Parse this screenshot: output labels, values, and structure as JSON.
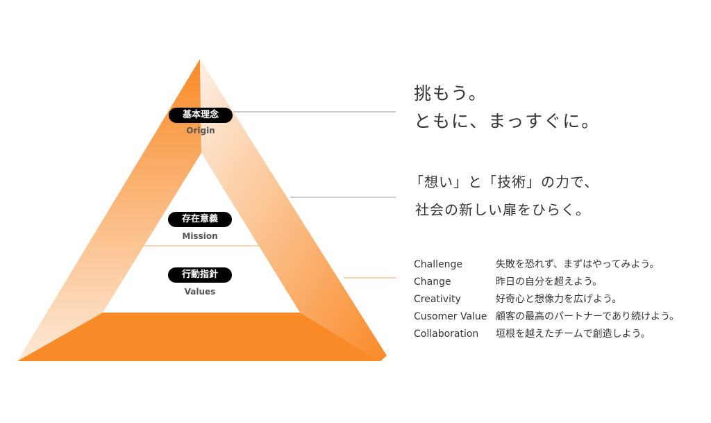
{
  "diagram": {
    "levels": [
      {
        "label": "基本理念",
        "sub": "Origin"
      },
      {
        "label": "存在意義",
        "sub": "Mission"
      },
      {
        "label": "行動指針",
        "sub": "Values"
      }
    ],
    "colors": {
      "orange": "#f98a28",
      "pale": "#fde7d3"
    }
  },
  "origin": {
    "line1": "挑もう。",
    "line2": "ともに、まっすぐに。"
  },
  "mission": {
    "line1": "「想い」と「技術」の力で、",
    "line2": "社会の新しい扉をひらく。"
  },
  "values": [
    {
      "en": "Challenge",
      "ja": "失敗を恐れず、まずはやってみよう。"
    },
    {
      "en": "Change",
      "ja": "昨日の自分を超えよう。"
    },
    {
      "en": "Creativity",
      "ja": "好奇心と想像力を広げよう。"
    },
    {
      "en": "Cusomer Value",
      "ja": "顧客の最高のパートナーであり続けよう。"
    },
    {
      "en": "Collaboration",
      "ja": "垣根を越えたチームで創造しよう。"
    }
  ]
}
